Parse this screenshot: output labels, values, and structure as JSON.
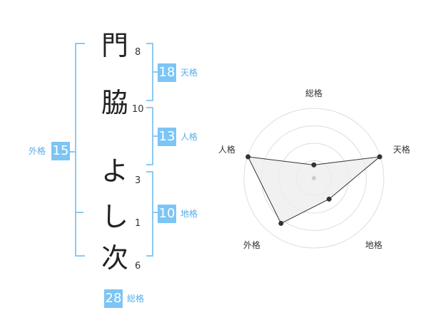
{
  "name": {
    "chars": [
      "門",
      "脇",
      "よ",
      "し",
      "次"
    ],
    "strokes": [
      "8",
      "10",
      "3",
      "1",
      "6"
    ]
  },
  "kakusu": {
    "tenkaku": {
      "value": "18",
      "label": "天格"
    },
    "jinkaku": {
      "value": "13",
      "label": "人格"
    },
    "chikaku": {
      "value": "10",
      "label": "地格"
    },
    "gaikaku": {
      "value": "15",
      "label": "外格"
    },
    "soukaku": {
      "value": "28",
      "label": "総格"
    }
  },
  "radar": {
    "axes": [
      "総格",
      "天格",
      "地格",
      "外格",
      "人格"
    ],
    "values": [
      0.19,
      0.99,
      0.37,
      0.8,
      0.99
    ],
    "rings": 4,
    "colors": {
      "ring": "#dddddd",
      "fill": "#eeeeee",
      "line": "#333333",
      "point": "#333333",
      "center": "#cccccc"
    }
  },
  "colors": {
    "accent": "#7cc5f5",
    "bracket": "#8cc9f2",
    "label": "#5aaee6"
  }
}
